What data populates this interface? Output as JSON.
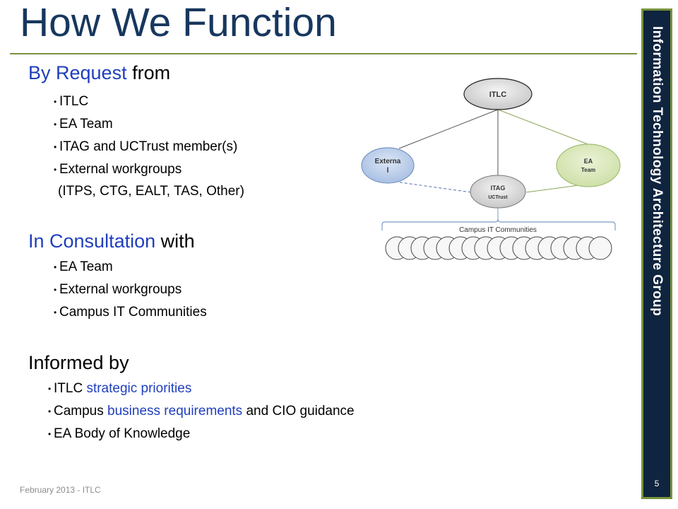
{
  "slide": {
    "title": "How We Function",
    "side_banner": "Information Technology Architecture Group",
    "page_number": "5",
    "footer": "February 2013 - ITLC"
  },
  "sections": {
    "request": {
      "accent": "By Request",
      "rest": " from",
      "items": [
        "ITLC",
        "EA Team",
        "ITAG and UCTrust member(s)",
        "External workgroups"
      ],
      "subline": "(ITPS, CTG, EALT, TAS, Other)"
    },
    "consult": {
      "accent": "In Consultation",
      "rest": " with",
      "items": [
        "EA Team",
        "External workgroups",
        "Campus IT Communities"
      ]
    },
    "informed": {
      "heading": "Informed by",
      "items": [
        {
          "pre": "ITLC ",
          "hl": "strategic priorities",
          "post": ""
        },
        {
          "pre": "Campus ",
          "hl": "business requirements",
          "post": " and CIO guidance"
        },
        {
          "pre": "EA Body of Knowledge",
          "hl": "",
          "post": ""
        }
      ]
    }
  },
  "diagram": {
    "itlc": "ITLC",
    "external_l1": "Externa",
    "external_l2": "l",
    "ea_l1": "EA",
    "ea_l2": "Team",
    "itag_l1": "ITAG",
    "itag_l2": "UCTrust",
    "communities": "Campus IT Communities"
  },
  "colors": {
    "title": "#17375e",
    "accent": "#1f3fbd",
    "rule": "#77933c",
    "panel": "#0f243e"
  }
}
